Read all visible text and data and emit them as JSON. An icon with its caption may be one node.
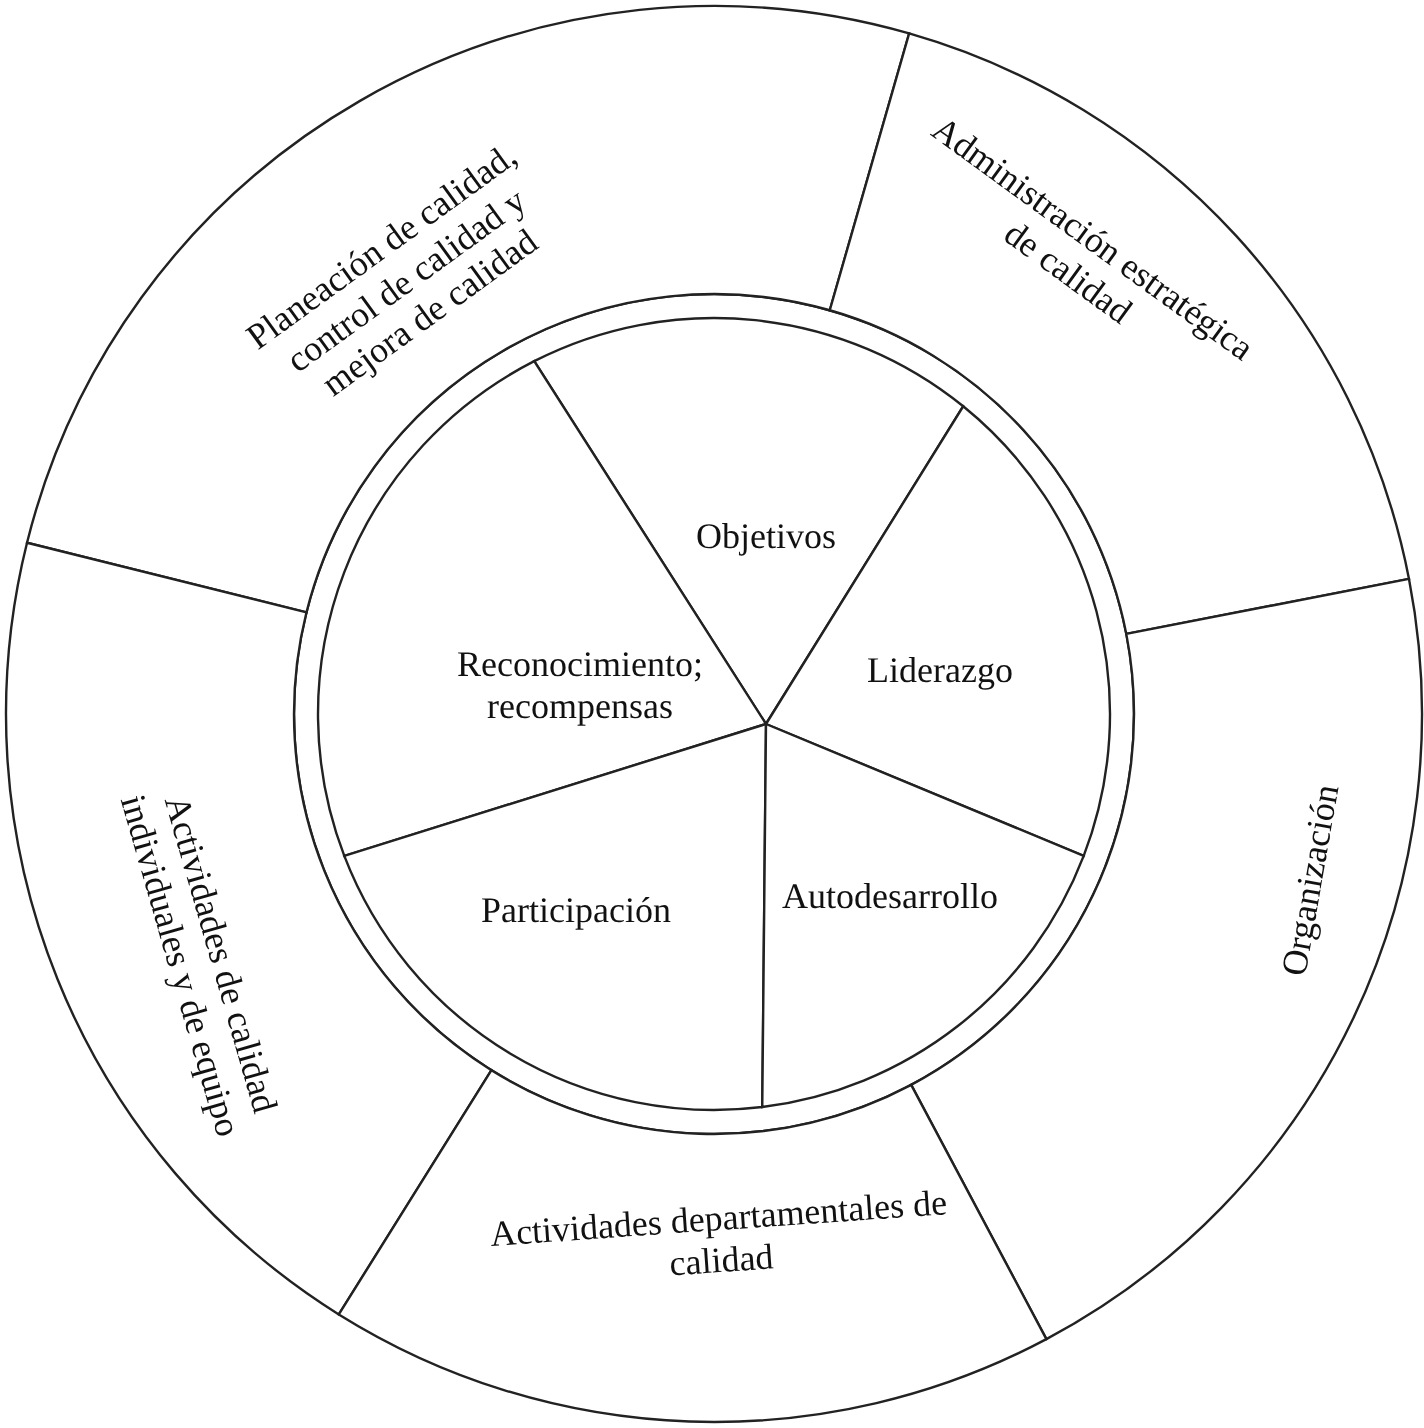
{
  "diagram": {
    "nodes": [
      {
        "text": [
          "Planeación de calidad, control de calidad y mejora de calidad"
        ]
      },
      {
        "text": [
          "Administración estratégica de calidad"
        ]
      },
      {
        "text": [
          "Objetivos"
        ]
      },
      {
        "text": [
          "Reconocimiento; recompensas"
        ]
      },
      {
        "text": [
          "Liderazgo"
        ]
      },
      {
        "text": [
          "Actividades de calidad individuales y de equipo"
        ]
      },
      {
        "text": [
          "Participación"
        ]
      },
      {
        "text": [
          "Autodesarrollo"
        ]
      },
      {
        "text": [
          "Organización"
        ]
      },
      {
        "text": [
          "Actividades departamentales de calidad"
        ]
      }
    ]
  }
}
